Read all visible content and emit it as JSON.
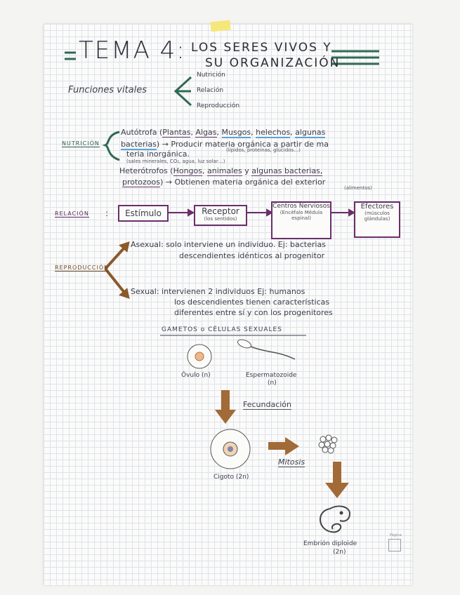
{
  "title": {
    "prefix": "TEMA 4:",
    "line1": "LOS SERES VIVOS Y",
    "line2": "SU ORGANIZACIÓN"
  },
  "funciones": {
    "label": "Funciones vitales",
    "items": [
      "Nutrición",
      "Relación",
      "Reproducción"
    ]
  },
  "nutricion": {
    "label": "NUTRICIÓN",
    "autotrofa": {
      "line1_lead": "Autótrofa (",
      "examples": [
        "Plantas",
        "Algas",
        "Musgos",
        "helechos",
        "algunas"
      ],
      "line2_word": "bacterias",
      "line2_rest": ") → Producir materia orgánica a partir de ma",
      "line2_note": "(lípidos, proteínas, glúcidos…)",
      "line3": "teria inorgánica.",
      "line3_note": "(sales minerales, CO₂, agua, luz solar…)"
    },
    "heterotrofa": {
      "lead": "Heterótrofos (",
      "examples": [
        "Hongos",
        "animales"
      ],
      "connector": "y",
      "extra": "algunas bacterias,",
      "line2_word": "protozoos",
      "line2_rest": ") → Obtienen materia orgánica del exterior",
      "note": "(alimentos)"
    }
  },
  "relacion": {
    "label": "RELACIÓN",
    "colon": ":",
    "boxes": [
      {
        "title": "Estímulo",
        "sub": ""
      },
      {
        "title": "Receptor",
        "sub": "(los sentidos)"
      },
      {
        "title": "Centros Nerviosos",
        "sub": "(Encéfalo Médula espinal)"
      },
      {
        "title": "Efectores",
        "sub": "(músculos glándulas)"
      }
    ]
  },
  "reproduccion": {
    "label": "REPRODUCCIÓN",
    "asexual": {
      "label": "Asexual",
      "text1": ": solo interviene un individuo. Ej: bacterias",
      "text2": "descendientes idénticos al progenitor"
    },
    "sexual": {
      "label": "Sexual",
      "text1": ": intervienen 2 individuos Ej: humanos",
      "text2": "los descendientes tienen características",
      "text3": "diferentes entre sí y con los progenitores"
    },
    "gametos": "GAMETOS o CÉLULAS SEXUALES",
    "ovulo": "Óvulo (n)",
    "espermatozoide_1": "Espermatozoide",
    "espermatozoide_2": "(n)",
    "fecundacion": "Fecundación",
    "cigoto": "Cigoto (2n)",
    "mitosis": "Mitosis",
    "embrion_1": "Embrión diploide",
    "embrion_2": "(2n)"
  },
  "page_label": "Página",
  "colors": {
    "green": "#2f6a52",
    "purple": "#6a2f6a",
    "brown": "#8a5a2b",
    "blue": "#5aa3d8",
    "ink": "#3d3d4a"
  }
}
